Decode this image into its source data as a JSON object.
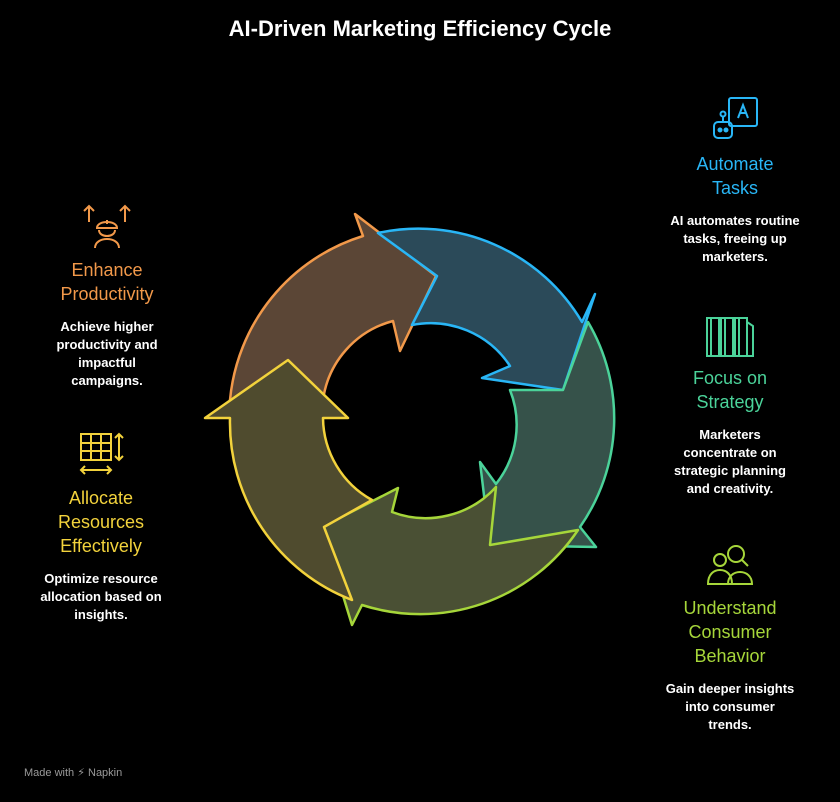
{
  "title": "AI-Driven Marketing Efficiency Cycle",
  "colors": {
    "background": "#000000",
    "automate": "#29b6f6",
    "strategy": "#4bd39a",
    "consumer": "#a6d63a",
    "allocate": "#f2d23c",
    "enhance": "#f2994a"
  },
  "steps": [
    {
      "id": "automate",
      "heading": "Automate\nTasks",
      "description": "AI automates routine\ntasks, freeing up\nmarketers.",
      "icon": "robot-ai-icon"
    },
    {
      "id": "strategy",
      "heading": "Focus on\nStrategy",
      "description": "Marketers\nconcentrate on\nstrategic planning\nand creativity.",
      "icon": "folders-icon"
    },
    {
      "id": "consumer",
      "heading": "Understand\nConsumer\nBehavior",
      "description": "Gain deeper insights\ninto consumer\ntrends.",
      "icon": "people-search-icon"
    },
    {
      "id": "allocate",
      "heading": "Allocate\nResources\nEffectively",
      "description": "Optimize resource\nallocation based on\ninsights.",
      "icon": "grid-resize-icon"
    },
    {
      "id": "enhance",
      "heading": "Enhance\nProductivity",
      "description": "Achieve higher\nproductivity and\nimpactful\ncampaigns.",
      "icon": "worker-arrows-icon"
    }
  ],
  "footer": {
    "made_with": "Made with",
    "brand": "Napkin"
  }
}
